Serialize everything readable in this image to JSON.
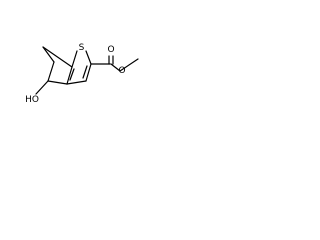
{
  "molecule": {
    "atoms": {
      "sulfur": "S",
      "hydroxyl": "HO",
      "carbonyl_oxygen": "O",
      "ester_oxygen": "O"
    }
  }
}
